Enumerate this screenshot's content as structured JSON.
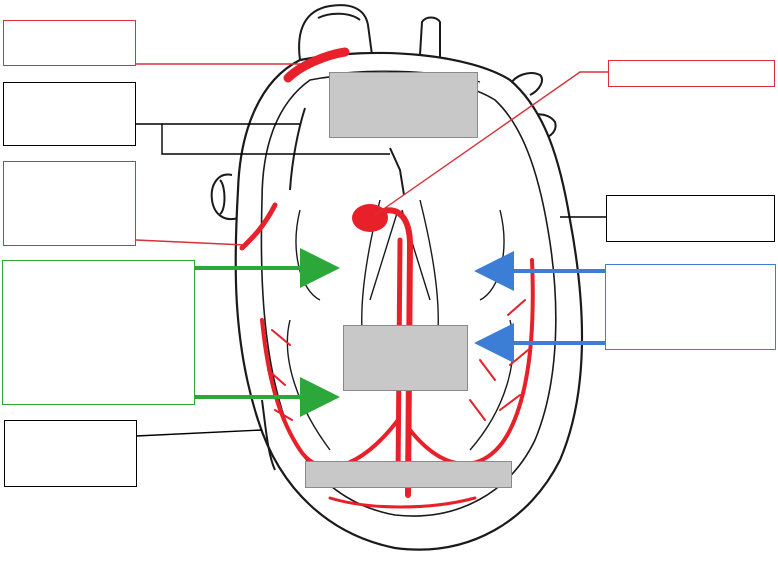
{
  "diagram": {
    "colors": {
      "conduction": "#e8202a",
      "outline": "#1a1a1a",
      "red_label": "#d9303b",
      "black_label": "#000000",
      "green_label": "#2ca83a",
      "blue_label": "#3c7dd6",
      "placeholder_fill": "#c8c8c8"
    },
    "icons": [
      "heart-cross-section",
      "arrow-right-green",
      "arrow-left-blue"
    ],
    "labels": {
      "red_top_left": "",
      "black_upper_left": "",
      "red_mid_left": "",
      "green_left": "",
      "black_lower_left": "",
      "red_top_right": "",
      "black_right": "",
      "blue_right": "",
      "gray_top": "",
      "gray_middle": "",
      "gray_bottom": ""
    }
  }
}
